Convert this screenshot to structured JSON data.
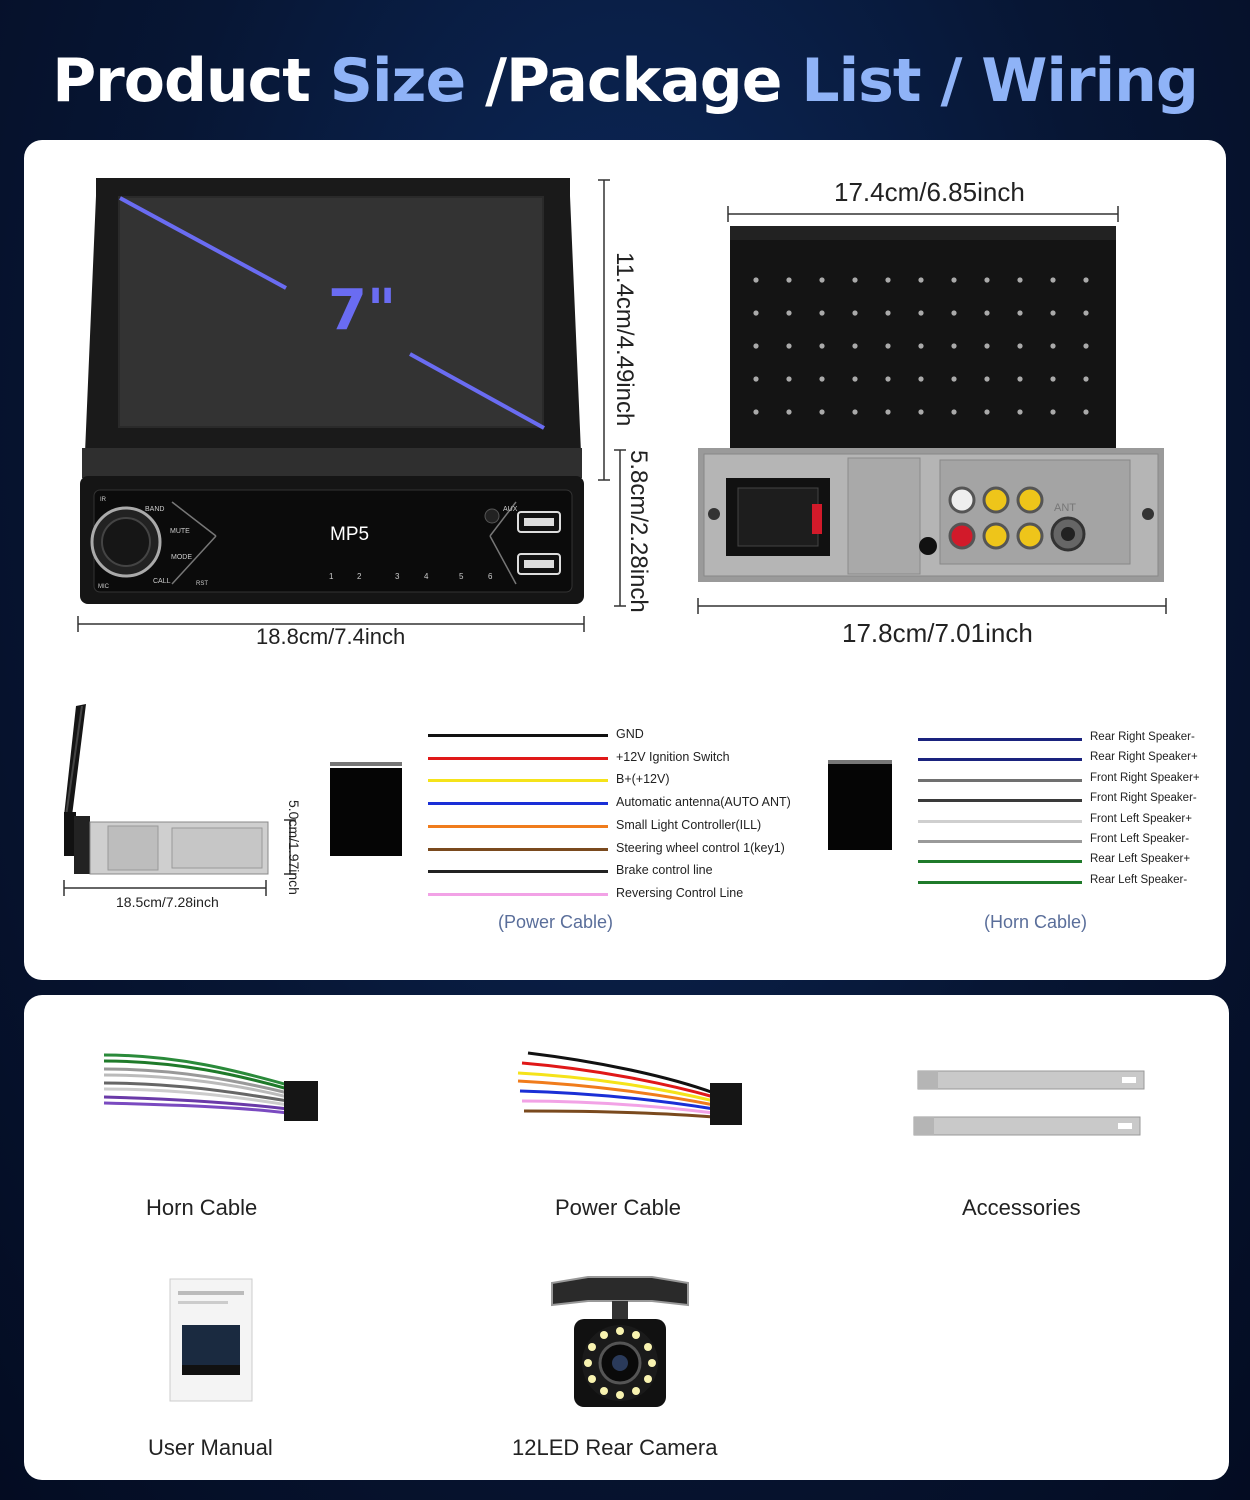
{
  "title": {
    "part1": "Product",
    "part2": "Size",
    "part3": "/Package",
    "part4": "List",
    "part5": "/ Wiring"
  },
  "front_unit": {
    "screen_size": "7\"",
    "display_text": "MP5",
    "buttons": [
      "IR",
      "BAND",
      "MUTE",
      "MODE",
      "CALL",
      "MIC",
      "RST",
      "AUX",
      "1",
      "2",
      "3",
      "4",
      "5",
      "6"
    ],
    "height_top": "11.4cm/4.49inch",
    "height_bottom": "5.8cm/2.28inch",
    "width": "18.8cm/7.4inch"
  },
  "back_unit": {
    "top_width": "17.4cm/6.85inch",
    "bottom_width": "17.8cm/7.01inch",
    "ant_label": "ANT"
  },
  "side_unit": {
    "depth": "18.5cm/7.28inch",
    "height": "5.0cm/1.97inch"
  },
  "power_cable": {
    "caption": "(Power Cable)",
    "wires": [
      {
        "label": "GND",
        "color": "#111111"
      },
      {
        "label": "+12V Ignition Switch",
        "color": "#e01818"
      },
      {
        "label": "B+(+12V)",
        "color": "#f5e31a"
      },
      {
        "label": "Automatic antenna(AUTO ANT)",
        "color": "#1a2fd6"
      },
      {
        "label": "Small Light Controller(ILL)",
        "color": "#f07c1c"
      },
      {
        "label": "Steering wheel control 1(key1)",
        "color": "#7a4a1e"
      },
      {
        "label": "Brake control line",
        "color": "#222222"
      },
      {
        "label": "Reversing Control Line",
        "color": "#f2a2e6"
      }
    ]
  },
  "horn_cable": {
    "caption": "(Horn Cable)",
    "wires": [
      {
        "label": "Rear Right Speaker-",
        "color": "#1a237e"
      },
      {
        "label": "Rear Right Speaker+",
        "color": "#1a237e"
      },
      {
        "label": "Front Right Speaker+",
        "color": "#707070"
      },
      {
        "label": "Front Right Speaker-",
        "color": "#3a3a3a"
      },
      {
        "label": "Front Left Speaker+",
        "color": "#cfcfcf"
      },
      {
        "label": "Front Left Speaker-",
        "color": "#9a9a9a"
      },
      {
        "label": "Rear Left Speaker+",
        "color": "#1f7a2a"
      },
      {
        "label": "Rear Left Speaker-",
        "color": "#1f7a2a"
      }
    ]
  },
  "package": {
    "horn_cable": "Horn Cable",
    "power_cable": "Power Cable",
    "accessories": "Accessories",
    "user_manual": "User Manual",
    "camera": "12LED Rear Camera"
  }
}
